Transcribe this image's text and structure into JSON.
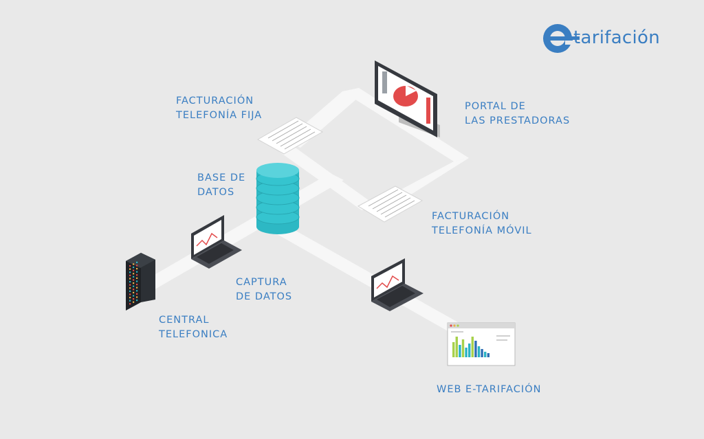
{
  "logo": {
    "text": "tarifación"
  },
  "nodes": {
    "facturacion_fija": {
      "line1": "FACTURACIÓN",
      "line2": "TELEFONÍA FIJA"
    },
    "portal": {
      "line1": "PORTAL DE",
      "line2": "LAS PRESTADORAS"
    },
    "base_datos": {
      "line1": "BASE DE",
      "line2": "DATOS"
    },
    "facturacion_movil": {
      "line1": "FACTURACIÓN",
      "line2": "TELEFONÍA MÓVIL"
    },
    "captura": {
      "line1": "CAPTURA",
      "line2": "DE DATOS"
    },
    "central": {
      "line1": "CENTRAL",
      "line2": "TELEFONICA"
    },
    "web": {
      "line1": "WEB E-TARIFACIÓN"
    }
  },
  "colors": {
    "background": "#e9e9e9",
    "path": "#f7f7f7",
    "label": "#3a7ec2",
    "database": "#35c4cf",
    "chart_red": "#e24b4b",
    "chart_green": "#a7d14b",
    "chart_teal": "#2ab3c4",
    "chart_blue": "#2f6fb5",
    "device_dark": "#36393f"
  },
  "icons": [
    "logo-e-icon",
    "document-icon",
    "monitor-icon",
    "database-icon",
    "laptop-icon",
    "server-rack-icon",
    "browser-window-icon"
  ]
}
